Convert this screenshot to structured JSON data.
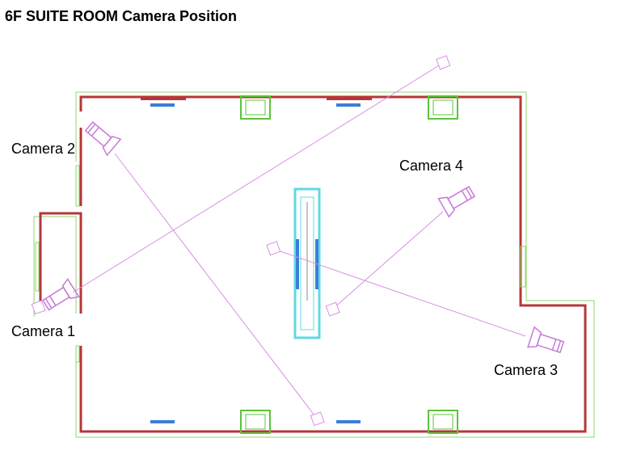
{
  "title": "6F SUITE ROOM Camera Position",
  "cameras": [
    {
      "label": "Camera 1"
    },
    {
      "label": "Camera 2"
    },
    {
      "label": "Camera 3"
    },
    {
      "label": "Camera 4"
    }
  ],
  "colors": {
    "wall": "#b5363a",
    "wall_fill": "#e8a8ad",
    "outline": "#8dd86a",
    "sightline": "#d98ee6",
    "camera": "#c77ad8",
    "fixture": "#3a7fd6",
    "center_table": "#5fd8e6"
  }
}
